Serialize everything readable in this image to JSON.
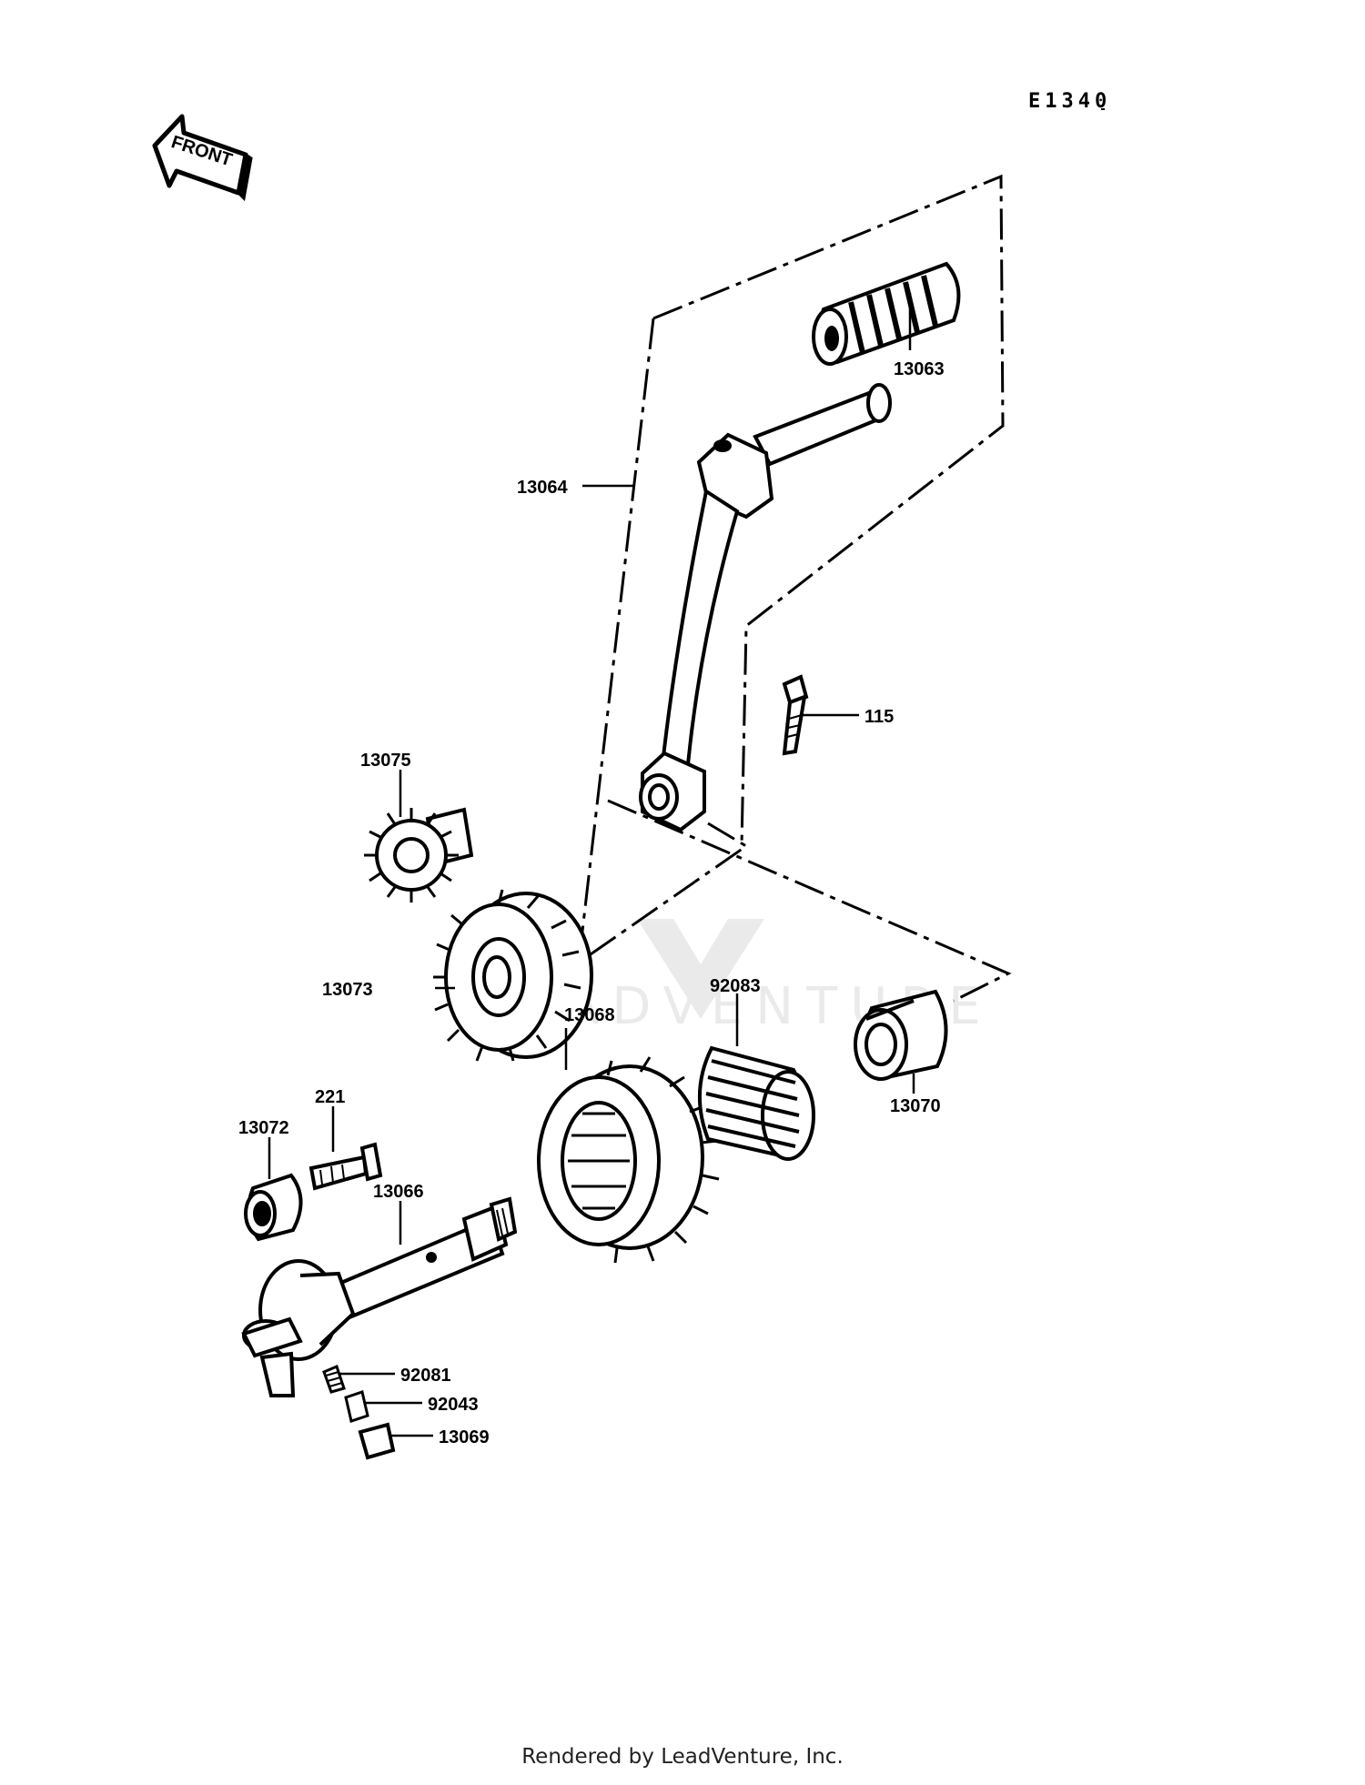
{
  "diagram_code": "E1340",
  "front_arrow_label": "FRONT",
  "watermark_text": "ADVENTURE",
  "credit": "Rendered by LeadVenture, Inc.",
  "ink_color": "#000000",
  "callouts": {
    "p13063": "13063",
    "p13064": "13064",
    "p115": "115",
    "p13075": "13075",
    "p13073": "13073",
    "p92083": "92083",
    "p13068": "13068",
    "p13070": "13070",
    "p221": "221",
    "p13072": "13072",
    "p13066": "13066",
    "p92081": "92081",
    "p92043": "92043",
    "p13069": "13069"
  }
}
